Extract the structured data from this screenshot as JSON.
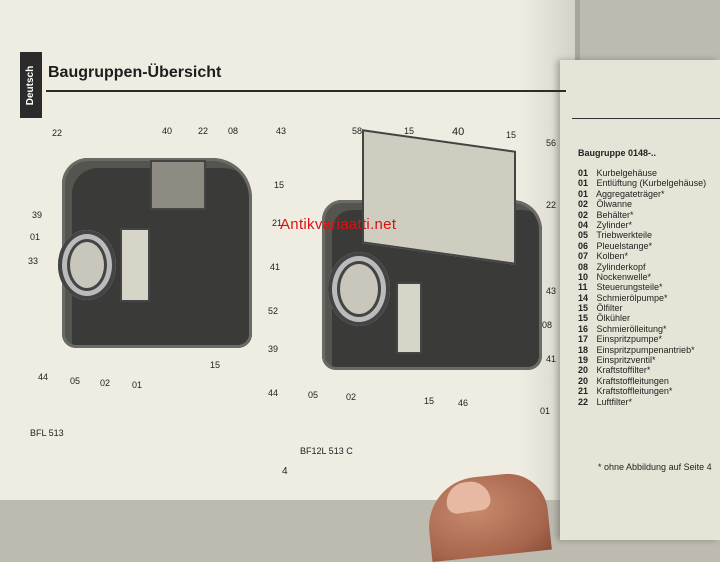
{
  "page": {
    "lang_tab": "Deutsch",
    "title": "Baugruppen-Übersicht",
    "page_number": "4",
    "watermark": "Antikvariaatti.net"
  },
  "figure_left": {
    "caption": "BFL 513",
    "callouts": [
      "22",
      "40",
      "22",
      "08",
      "43",
      "15",
      "39",
      "01",
      "33",
      "21",
      "41",
      "52",
      "44",
      "05",
      "02",
      "01",
      "15"
    ]
  },
  "figure_right": {
    "caption": "BF12L 513 C",
    "callouts": [
      "58",
      "15",
      "40",
      "15",
      "56",
      "22",
      "43",
      "08",
      "41",
      "39",
      "44",
      "05",
      "02",
      "15",
      "46",
      "01"
    ]
  },
  "right_panel": {
    "header": "Baugruppe 0148-..",
    "parts": [
      {
        "code": "01",
        "name": "Kurbelgehäuse"
      },
      {
        "code": "01",
        "name": "Entlüftung (Kurbelgehäuse)"
      },
      {
        "code": "01",
        "name": "Aggregateträger*"
      },
      {
        "code": "02",
        "name": "Ölwanne"
      },
      {
        "code": "02",
        "name": "Behälter*"
      },
      {
        "code": "04",
        "name": "Zylinder*"
      },
      {
        "code": "05",
        "name": "Triebwerkteile"
      },
      {
        "code": "06",
        "name": "Pleuelstange*"
      },
      {
        "code": "07",
        "name": "Kolben*"
      },
      {
        "code": "08",
        "name": "Zylinderkopf"
      },
      {
        "code": "10",
        "name": "Nockenwelle*"
      },
      {
        "code": "11",
        "name": "Steuerungsteile*"
      },
      {
        "code": "14",
        "name": "Schmierölpumpe*"
      },
      {
        "code": "15",
        "name": "Ölfilter"
      },
      {
        "code": "15",
        "name": "Ölkühler"
      },
      {
        "code": "16",
        "name": "Schmierölleitung*"
      },
      {
        "code": "17",
        "name": "Einspritzpumpe*"
      },
      {
        "code": "18",
        "name": "Einspritzpumpenantrieb*"
      },
      {
        "code": "19",
        "name": "Einspritzventil*"
      },
      {
        "code": "20",
        "name": "Kraftstoffilter*"
      },
      {
        "code": "20",
        "name": "Kraftstoffleitungen"
      },
      {
        "code": "21",
        "name": "Kraftstoffleitungen*"
      },
      {
        "code": "22",
        "name": "Luftfilter*"
      }
    ],
    "footnote": "* ohne Abbildung auf Seite 4"
  }
}
